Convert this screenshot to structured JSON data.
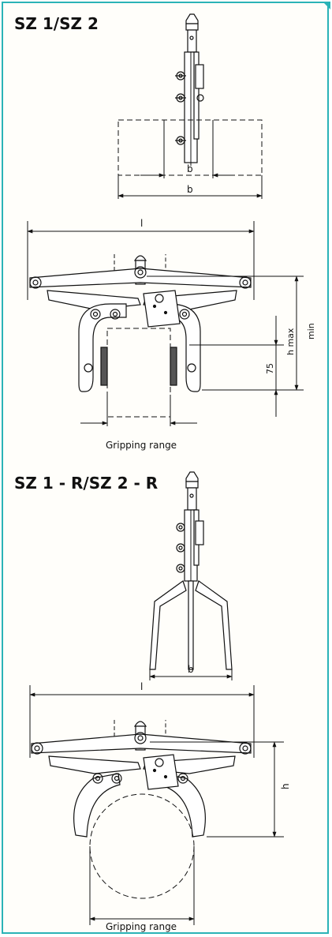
{
  "section1": {
    "title": "SZ 1/SZ 2",
    "dim_b_inner": "b",
    "dim_b_outer": "b",
    "dim_l": "l",
    "dim_h_max": "h max",
    "dim_min": "min",
    "dim_75": "75",
    "gripping_range": "Gripping range"
  },
  "section2": {
    "title": "SZ 1 - R/SZ 2 - R",
    "dim_b": "b",
    "dim_l": "l",
    "dim_h": "h",
    "gripping_range": "Gripping range"
  },
  "colors": {
    "border": "#2bb3b7",
    "line": "#111111"
  }
}
